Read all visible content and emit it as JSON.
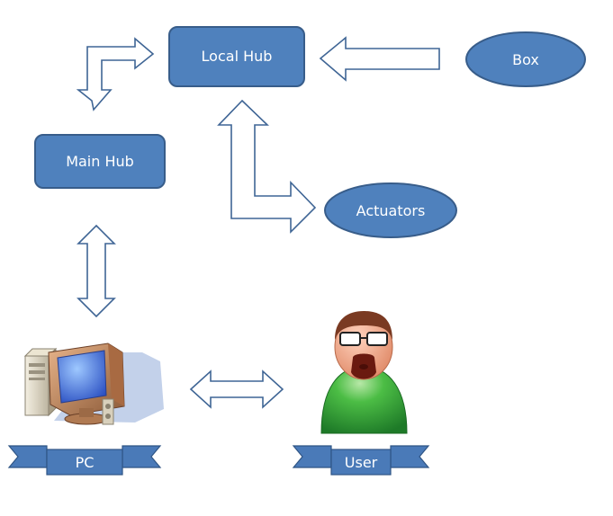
{
  "diagram": {
    "nodes": {
      "local_hub": "Local Hub",
      "main_hub": "Main Hub",
      "box": "Box",
      "actuators": "Actuators"
    },
    "labels": {
      "pc": "PC",
      "user": "User"
    },
    "colors": {
      "node_fill": "#4f81bd",
      "node_stroke": "#385d8a",
      "arrow_stroke": "#3f6595",
      "arrow_fill": "#ffffff",
      "ribbon_fill": "#4a7ab8",
      "user_shirt": "#2f9e3a",
      "user_skin": "#f2a789",
      "user_hair": "#7a3a22",
      "user_beard": "#6a1a10",
      "monitor_screen": "#3a6bd8"
    },
    "icons": [
      "pc-icon",
      "user-icon"
    ]
  }
}
